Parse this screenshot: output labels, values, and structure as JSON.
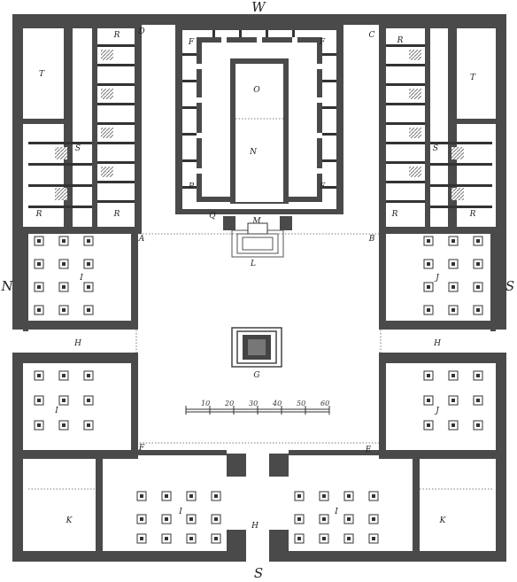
{
  "compass": {
    "north": "W",
    "south": "S",
    "east": "S",
    "west": "N"
  },
  "labels": [
    {
      "text": "R"
    },
    {
      "text": "T"
    },
    {
      "text": "S"
    },
    {
      "text": "R"
    },
    {
      "text": "R"
    },
    {
      "text": "D"
    },
    {
      "text": "F"
    },
    {
      "text": "F"
    },
    {
      "text": "O"
    },
    {
      "text": "N"
    },
    {
      "text": "P"
    },
    {
      "text": "F"
    },
    {
      "text": "C"
    },
    {
      "text": "R"
    },
    {
      "text": "T"
    },
    {
      "text": "S"
    },
    {
      "text": "R"
    },
    {
      "text": "R"
    },
    {
      "text": "A"
    },
    {
      "text": "M"
    },
    {
      "text": "Q"
    },
    {
      "text": "L"
    },
    {
      "text": "B"
    },
    {
      "text": "I"
    },
    {
      "text": "J"
    },
    {
      "text": "H"
    },
    {
      "text": "H"
    },
    {
      "text": "G"
    },
    {
      "text": "I"
    },
    {
      "text": "J"
    },
    {
      "text": "F"
    },
    {
      "text": "E"
    },
    {
      "text": "K"
    },
    {
      "text": "I"
    },
    {
      "text": "H"
    },
    {
      "text": "I"
    },
    {
      "text": "K"
    }
  ],
  "scale": {
    "marks": [
      "10",
      "20",
      "30",
      "40",
      "50",
      "60"
    ]
  }
}
